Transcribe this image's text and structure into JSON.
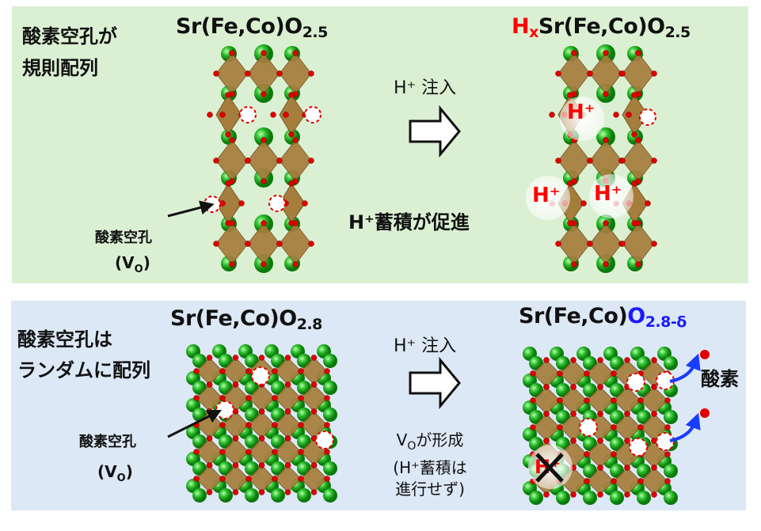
{
  "top_panel": {
    "label_line1": "酸素空孔が",
    "label_line2": "規則配列",
    "formula_left": {
      "main": "Sr(Fe,Co)O",
      "sub": "2.5"
    },
    "formula_right": {
      "prefix": "H",
      "prefix_sub": "x",
      "main": "Sr(Fe,Co)O",
      "sub": "2.5"
    },
    "arrow_label": "H⁺ 注入",
    "result": "H⁺蓄積が促進",
    "vacancy_label": "酸素空孔",
    "vacancy_symbol": "(V",
    "vacancy_symbol_sub": "O",
    "vacancy_symbol_end": ")",
    "proton": "H⁺"
  },
  "bottom_panel": {
    "label_line1": "酸素空孔は",
    "label_line2": "ランダムに配列",
    "formula_left": {
      "main": "Sr(Fe,Co)O",
      "sub": "2.8"
    },
    "formula_right": {
      "main": "Sr(Fe,Co)",
      "blue_main": "O",
      "blue_sub": "2.8-δ"
    },
    "arrow_label": "H⁺ 注入",
    "result_line1_a": "V",
    "result_line1_sub": "O",
    "result_line1_b": "が形成",
    "result_line2": "(H⁺蓄積は",
    "result_line3": "進行せず)",
    "vacancy_label": "酸素空孔",
    "vacancy_symbol": "(V",
    "vacancy_symbol_sub": "O",
    "vacancy_symbol_end": ")",
    "oxygen_label": "酸素",
    "proton": "H⁺"
  },
  "colors": {
    "top_bg": "#dbf0d3",
    "bottom_bg": "#dce8f5",
    "octahedron": "#a57d3c",
    "sr": "#2fc42f",
    "oxygen": "#e00000",
    "accent_red": "#ff0000",
    "accent_blue": "#1a1aff"
  }
}
